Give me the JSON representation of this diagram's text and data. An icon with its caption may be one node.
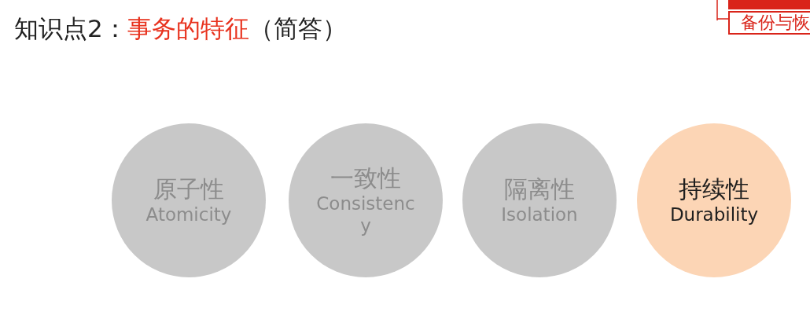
{
  "diagram": {
    "title": "知识点2：**事务的特征**（简答）",
    "nodes": [
      {
        "text": [],
        "shape": "box"
      },
      {
        "text": [
          "备份与恢"
        ]
      },
      {
        "text": [
          "原子性",
          "Atomicity"
        ]
      },
      {
        "text": [
          "一致性",
          "Consistency"
        ]
      },
      {
        "text": [
          "隔离性",
          "Isolation"
        ]
      },
      {
        "text": [
          "持续性",
          "Durability"
        ]
      }
    ]
  }
}
